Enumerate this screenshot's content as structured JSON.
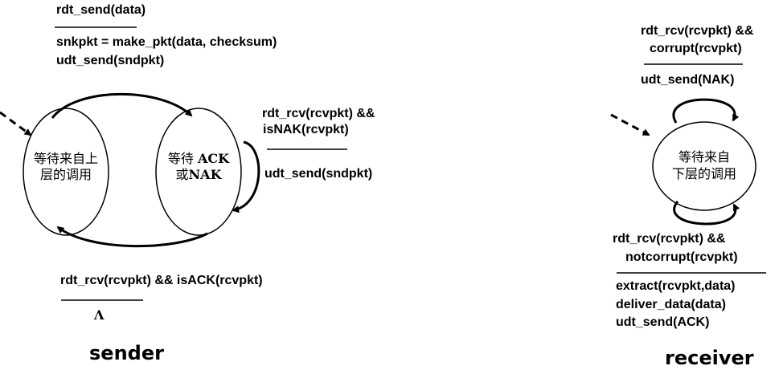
{
  "sender": {
    "caption": "sender",
    "state_wait_call_line1": "等待来自上",
    "state_wait_call_line2": "层的调用",
    "state_wait_ack_line1_a": "等待 ",
    "state_wait_ack_line1_b": "ACK",
    "state_wait_ack_line2_a": "或",
    "state_wait_ack_line2_b": "NAK",
    "send_event": "rdt_send(data)",
    "send_action1": "snkpkt = make_pkt(data, checksum)",
    "send_action2": "udt_send(sndpkt)",
    "nak_event1": "rdt_rcv(rcvpkt) &&",
    "nak_event2": "isNAK(rcvpkt)",
    "nak_action": "udt_send(sndpkt)",
    "ack_event": "rdt_rcv(rcvpkt) && isACK(rcvpkt)",
    "ack_action": "Λ"
  },
  "receiver": {
    "caption": "receiver",
    "state_line1": "等待来自",
    "state_line2": "下层的调用",
    "corrupt_event1": "rdt_rcv(rcvpkt) &&",
    "corrupt_event2": "corrupt(rcvpkt)",
    "corrupt_action": "udt_send(NAK)",
    "ok_event1": "rdt_rcv(rcvpkt) &&",
    "ok_event2": "notcorrupt(rcvpkt)",
    "ok_action1": "extract(rcvpkt,data)",
    "ok_action2": "deliver_data(data)",
    "ok_action3": "udt_send(ACK)"
  }
}
